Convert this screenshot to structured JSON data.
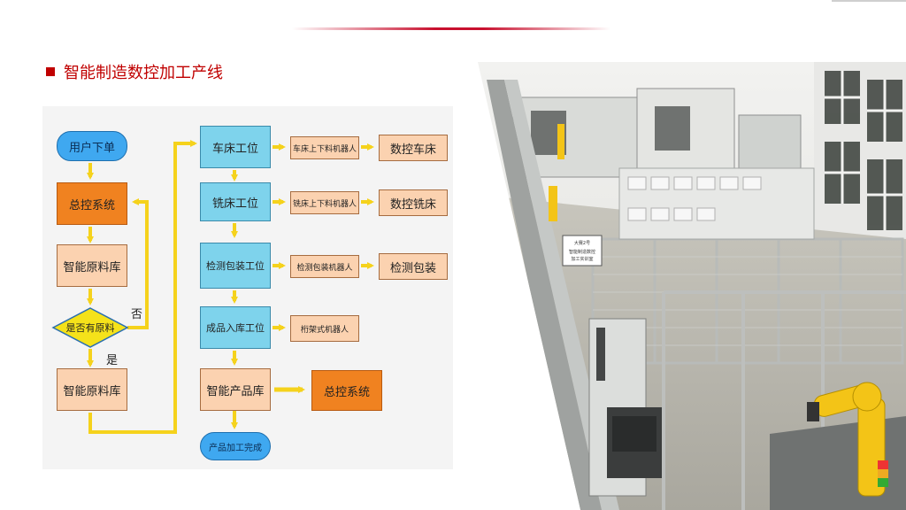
{
  "title": "智能制造数控加工产线",
  "colors": {
    "accent": "#c00000",
    "arrow": "#f5d21c"
  },
  "flow": {
    "left": {
      "user_order": "用户下单",
      "master_control": "总控系统",
      "raw_store_1": "智能原料库",
      "decision": "是否有原料",
      "no": "否",
      "yes": "是",
      "raw_store_2": "智能原料库"
    },
    "stations": [
      {
        "station": "车床工位",
        "robot": "车床上下料机器人",
        "result": "数控车床"
      },
      {
        "station": "铣床工位",
        "robot": "铣床上下料机器人",
        "result": "数控铣床"
      },
      {
        "station": "检测包装工位",
        "robot": "检测包装机器人",
        "result": "检测包装"
      },
      {
        "station": "成品入库工位",
        "robot": "桁架式机器人"
      }
    ],
    "product_store": "智能产品库",
    "final_system": "总控系统",
    "done": "产品加工完成"
  },
  "photo": {
    "sign_line1": "大赛2号",
    "sign_line2": "智能制造数控",
    "sign_line3": "加工实训室"
  }
}
